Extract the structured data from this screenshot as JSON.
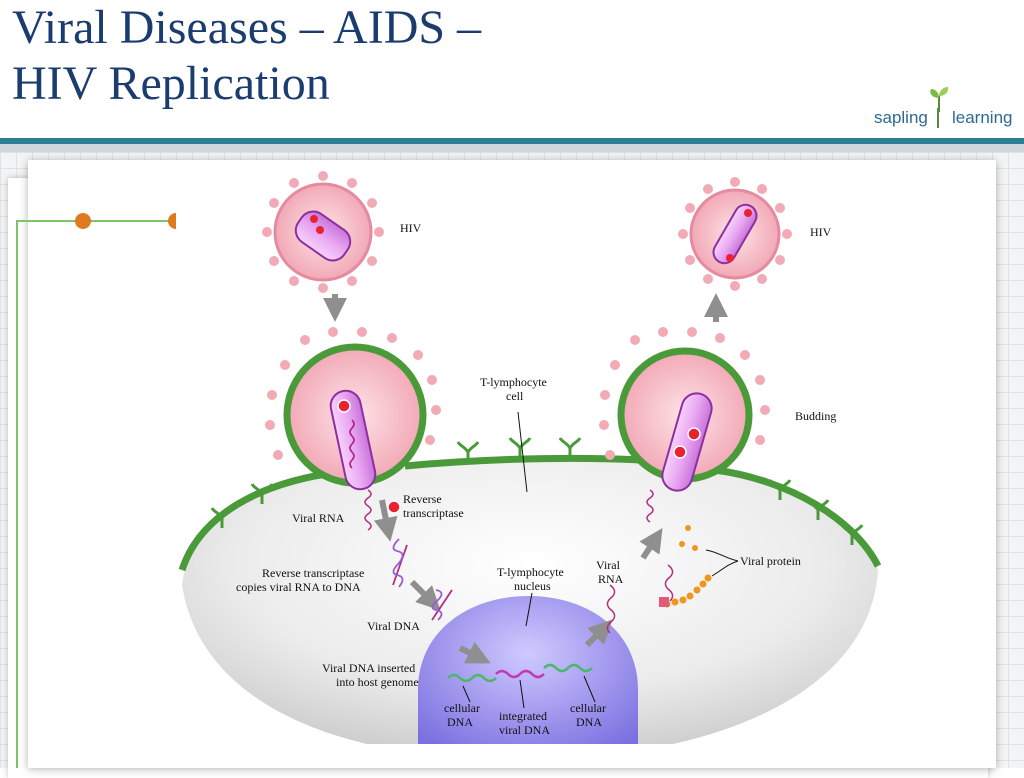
{
  "slide": {
    "title_line1": "Viral Diseases – AIDS –",
    "title_line2": "HIV Replication"
  },
  "logo": {
    "word1": "sapling",
    "word2": "learning",
    "icon": "sprout-icon"
  },
  "labels": {
    "hiv_top_left": "HIV",
    "hiv_top_right": "HIV",
    "t_cell_line1": "T-lymphocyte",
    "t_cell_line2": "cell",
    "budding": "Budding",
    "reverse_transcriptase_line1": "Reverse",
    "reverse_transcriptase_line2": "transcriptase",
    "viral_rna_left": "Viral RNA",
    "copies_line1": "Reverse transcriptase",
    "copies_line2": "copies viral RNA to DNA",
    "nucleus_line1": "T-lymphocyte",
    "nucleus_line2": "nucleus",
    "viral_rna_right_line1": "Viral",
    "viral_rna_right_line2": "RNA",
    "viral_protein": "Viral protein",
    "viral_dna": "Viral DNA",
    "inserted_line1": "Viral DNA inserted",
    "inserted_line2": "into host genome",
    "cellular_dna_left_line1": "cellular",
    "cellular_dna_left_line2": "DNA",
    "integrated_line1": "integrated",
    "integrated_line2": "viral DNA",
    "cellular_dna_right_line1": "cellular",
    "cellular_dna_right_line2": "DNA"
  },
  "colors": {
    "title": "#1b3c6e",
    "virus_pink": "#f4b8c4",
    "capsid_purple": "#e7a6ef",
    "membrane_green": "#4a9a3a",
    "nucleus_blue": "#8e84ea",
    "protein_orange": "#f0961e",
    "arrow_gray": "#8f8f8f"
  }
}
